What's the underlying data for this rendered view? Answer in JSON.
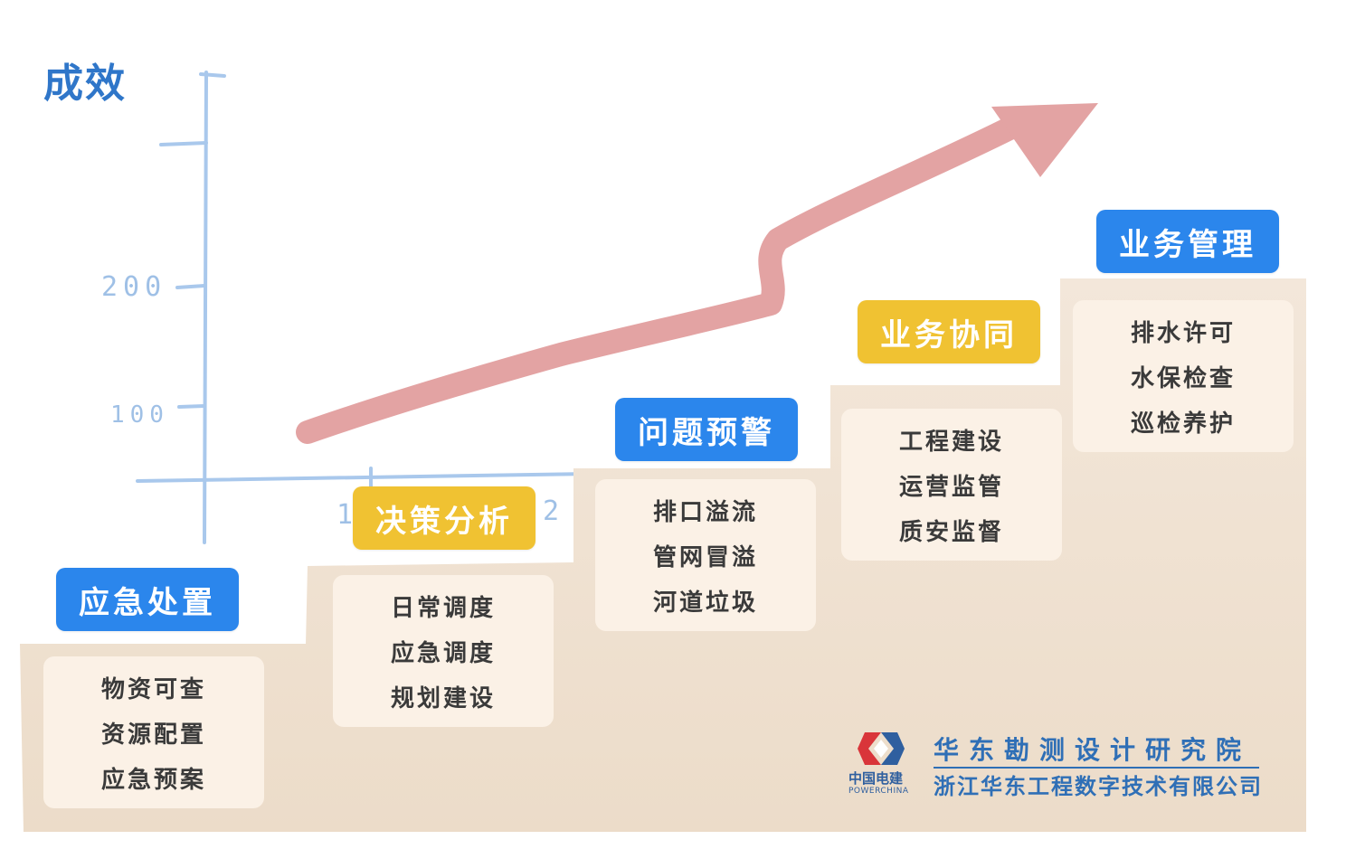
{
  "title": "成效",
  "axis": {
    "y_ticks": [
      "200",
      "100"
    ],
    "x_ticks": [
      "1",
      "2"
    ]
  },
  "colors": {
    "blue_tag": "#2b86ec",
    "yellow_tag": "#f0c232",
    "arrow": "#e3a3a3",
    "axis": "#a9c8ec",
    "stairs": "#f1e3d3",
    "card": "#fbf1e6",
    "brand": "#2f6fb6"
  },
  "steps": [
    {
      "tag": "应急处置",
      "tag_color": "blue",
      "items": [
        "物资可查",
        "资源配置",
        "应急预案"
      ]
    },
    {
      "tag": "决策分析",
      "tag_color": "yellow",
      "items": [
        "日常调度",
        "应急调度",
        "规划建设"
      ]
    },
    {
      "tag": "问题预警",
      "tag_color": "blue",
      "items": [
        "排口溢流",
        "管网冒溢",
        "河道垃圾"
      ]
    },
    {
      "tag": "业务协同",
      "tag_color": "yellow",
      "items": [
        "工程建设",
        "运营监管",
        "质安监督"
      ]
    },
    {
      "tag": "业务管理",
      "tag_color": "blue",
      "items": [
        "排水许可",
        "水保检查",
        "巡检养护"
      ]
    }
  ],
  "logo": {
    "brand_cn": "中国电建",
    "brand_en": "POWERCHINA",
    "org_line1": "华东勘测设计研究院",
    "org_line2": "浙江华东工程数字技术有限公司"
  }
}
